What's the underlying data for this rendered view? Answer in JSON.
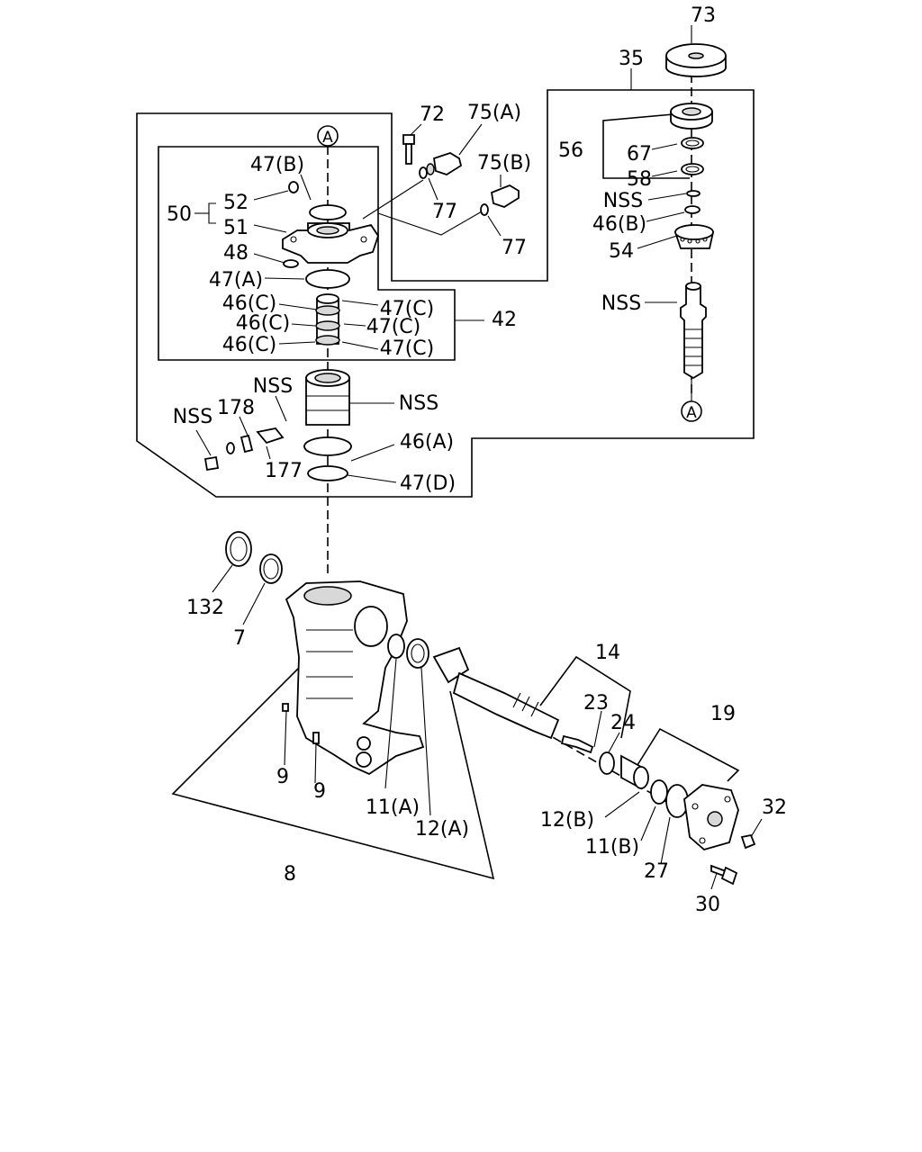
{
  "labels": {
    "p73": "73",
    "p35": "35",
    "p56": "56",
    "p67": "67",
    "p58": "58",
    "nss_top": "NSS",
    "p46b": "46(B)",
    "p54": "54",
    "nss_pin": "NSS",
    "ref_a_top": "A",
    "ref_a_bottom": "A",
    "p72": "72",
    "p75a": "75(A)",
    "p75b": "75(B)",
    "p77a": "77",
    "p77b": "77",
    "p47b": "47(B)",
    "p52": "52",
    "p50": "50",
    "p51": "51",
    "p48": "48",
    "p47a": "47(A)",
    "p46c1": "46(C)",
    "p46c2": "46(C)",
    "p46c3": "46(C)",
    "p47c1": "47(C)",
    "p47c2": "47(C)",
    "p47c3": "47(C)",
    "p42": "42",
    "nss_a": "NSS",
    "nss_b": "NSS",
    "nss_c": "NSS",
    "p178": "178",
    "p177": "177",
    "p46a": "46(A)",
    "p47d": "47(D)",
    "p132": "132",
    "p7": "7",
    "p14": "14",
    "p23": "23",
    "p24": "24",
    "p19": "19",
    "p32": "32",
    "p9a": "9",
    "p9b": "9",
    "p11a": "11(A)",
    "p12a": "12(A)",
    "p12b": "12(B)",
    "p11b": "11(B)",
    "p27": "27",
    "p30": "30",
    "p8": "8"
  }
}
